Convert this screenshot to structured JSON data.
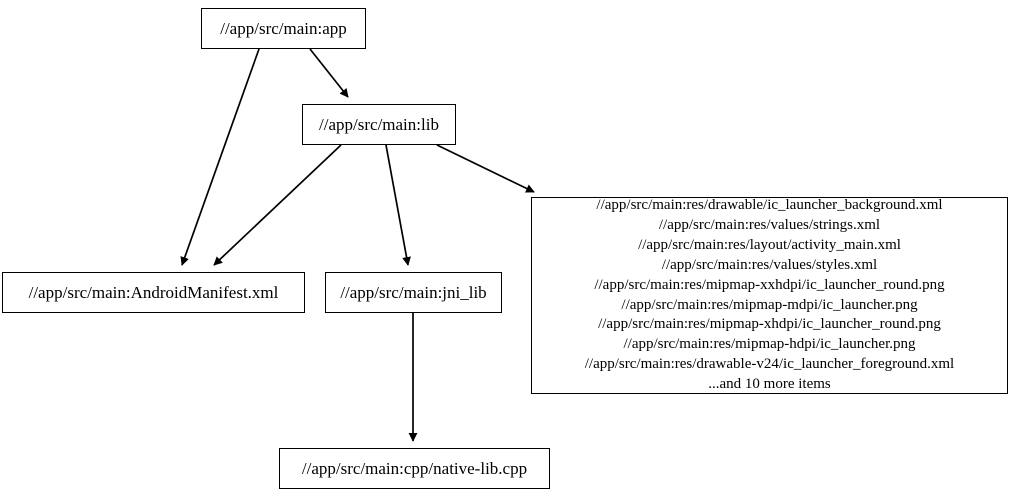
{
  "graph": {
    "type": "dependency-graph",
    "orientation": "top-down",
    "background_color": "#ffffff",
    "node_border_color": "#000000",
    "node_fill_color": "#ffffff",
    "edge_color": "#000000",
    "nodes": [
      {
        "id": "app",
        "label": "//app/src/main:app"
      },
      {
        "id": "lib",
        "label": "//app/src/main:lib"
      },
      {
        "id": "manifest",
        "label": "//app/src/main:AndroidManifest.xml"
      },
      {
        "id": "jni_lib",
        "label": "//app/src/main:jni_lib"
      },
      {
        "id": "native_lib",
        "label": "//app/src/main:cpp/native-lib.cpp"
      },
      {
        "id": "resources",
        "label": "//app/src/main:res/drawable/ic_launcher_background.xml\n//app/src/main:res/values/strings.xml\n//app/src/main:res/layout/activity_main.xml\n//app/src/main:res/values/styles.xml\n//app/src/main:res/mipmap-xxhdpi/ic_launcher_round.png\n//app/src/main:res/mipmap-mdpi/ic_launcher.png\n//app/src/main:res/mipmap-xhdpi/ic_launcher_round.png\n//app/src/main:res/mipmap-hdpi/ic_launcher.png\n//app/src/main:res/drawable-v24/ic_launcher_foreground.xml\n...and 10 more items",
        "lines": [
          "//app/src/main:res/drawable/ic_launcher_background.xml",
          "//app/src/main:res/values/strings.xml",
          "//app/src/main:res/layout/activity_main.xml",
          "//app/src/main:res/values/styles.xml",
          "//app/src/main:res/mipmap-xxhdpi/ic_launcher_round.png",
          "//app/src/main:res/mipmap-mdpi/ic_launcher.png",
          "//app/src/main:res/mipmap-xhdpi/ic_launcher_round.png",
          "//app/src/main:res/mipmap-hdpi/ic_launcher.png",
          "//app/src/main:res/drawable-v24/ic_launcher_foreground.xml",
          "...and 10 more items"
        ],
        "overflow_note": "...and 10 more items",
        "overflow_count": 10
      }
    ],
    "edges": [
      {
        "from": "app",
        "to": "manifest"
      },
      {
        "from": "app",
        "to": "lib"
      },
      {
        "from": "lib",
        "to": "manifest"
      },
      {
        "from": "lib",
        "to": "jni_lib"
      },
      {
        "from": "lib",
        "to": "resources"
      },
      {
        "from": "jni_lib",
        "to": "native_lib"
      }
    ]
  }
}
